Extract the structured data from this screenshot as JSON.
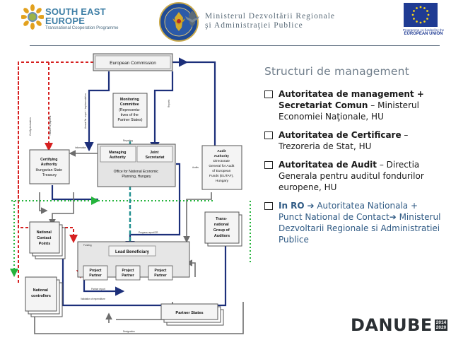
{
  "header": {
    "programme": {
      "title_line1": "SOUTH EAST",
      "title_line2": "EUROPE",
      "subtitle": "Transnational Cooperation Programme"
    },
    "ministry": {
      "line1": "Ministerul Dezvoltării Regionale",
      "line2": "şi Administraţiei Publice"
    },
    "eu": {
      "line1": "Programme co-funded by the",
      "line2": "EUROPEAN UNION"
    }
  },
  "diagram": {
    "european_commission": "European Commission",
    "monitoring_committee": [
      "Monitoring",
      "Committee",
      "(Representa-",
      "tives of the",
      "Partner States)"
    ],
    "certifying_authority": [
      "Certifying",
      "Authority",
      "Hungarian State",
      "Treasury"
    ],
    "managing_authority": [
      "Managing",
      "Authority"
    ],
    "joint_secretariat": [
      "Joint",
      "Secretariat"
    ],
    "office": [
      "Office for National Economic",
      "Planning, Hungary"
    ],
    "audit_authority": [
      "Audit",
      "Authority",
      "Directorate",
      "General for Audit",
      "of European",
      "Funds (EUTAF),",
      "Hungary"
    ],
    "national_contact_points": [
      "National",
      "Contact",
      "Points"
    ],
    "transnational_group": [
      "Trans-",
      "national",
      "Group of",
      "Auditors"
    ],
    "lead_beneficiary": "Lead Beneficiary",
    "project_partners": [
      "Project",
      "Partner"
    ],
    "national_controllers": [
      "National",
      "controllers"
    ],
    "partner_states": "Partner States",
    "flow_labels": {
      "annual_fin": "Annual fin. report + implementation",
      "reports": "Reports",
      "reporting": "Reporting",
      "information": "Information",
      "audits": "Audits",
      "payment": "Payment",
      "report": "Report",
      "progress_report": "Progress report/CR",
      "partner_report": "Partner report",
      "validation": "Validation of expenditure",
      "designation": "Designation",
      "certify": "Certify declaration",
      "transfer": "Transfer of payment",
      "funding": "Funding"
    }
  },
  "panel": {
    "title": "Structuri de management",
    "bullets": [
      {
        "bold": "Autoritatea de management + Secretariat Comun",
        "rest": " – Ministerul Economiei Naţionale, HU"
      },
      {
        "bold": "Autoritatea de Certificare",
        "rest": " – Trezoreria de Stat, HU"
      },
      {
        "bold": "Autoritatea de Audit",
        "rest": " – Directia Generala pentru auditul fondurilor europene, HU"
      }
    ],
    "ro": {
      "bold": "In RO",
      "arrow": " ➔ ",
      "rest": "Autoritatea Nationala + Punct National de Contact",
      "arrow2": "➔",
      "rest2": " Ministerul Dezvoltarii Regionale si Administratiei Publice"
    }
  },
  "footer": {
    "word": "DANUBE",
    "year_top": "2014",
    "year_bottom": "2020"
  },
  "colors": {
    "blue_dark": "#1c2f7a",
    "red_dashed": "#d62020",
    "green_dotted": "#25b43c",
    "teal_dashed": "#1f8f8f",
    "grey": "#6d6d6d",
    "panel_title": "#6f7d8a",
    "ro_text": "#2f5a84"
  }
}
